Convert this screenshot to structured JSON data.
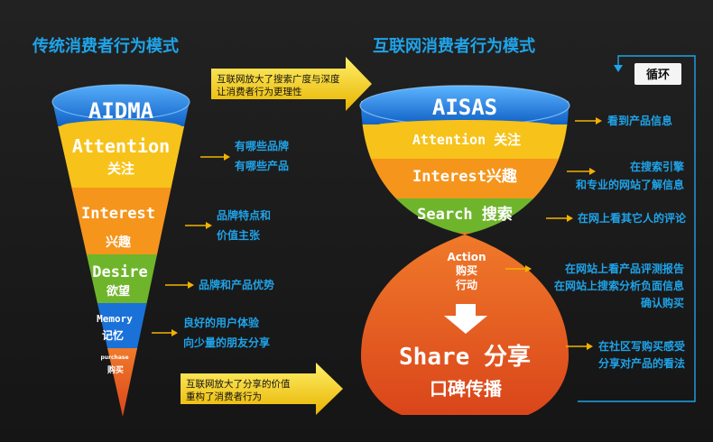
{
  "titles": {
    "left": "传统消费者行为模式",
    "right": "互联网消费者行为模式"
  },
  "arrows": {
    "top": [
      "互联网放大了搜索广度与深度",
      "让消费者行为更理性"
    ],
    "bottom": [
      "互联网放大了分享的价值",
      "重构了消费者行为"
    ]
  },
  "loop_label": "循环",
  "aidma": {
    "title": "AIDMA",
    "stages": [
      {
        "en": "Attention",
        "cn": "关注",
        "notes": [
          "有哪些品牌",
          "有哪些产品"
        ]
      },
      {
        "en": "Interest",
        "cn": "兴趣",
        "notes": [
          "品牌特点和",
          "价值主张"
        ]
      },
      {
        "en": "Desire",
        "cn": "欲望",
        "notes": [
          "品牌和产品优势"
        ]
      },
      {
        "en": "Memory",
        "cn": "记忆",
        "notes": [
          "良好的用户体验",
          "向少量的朋友分享"
        ]
      },
      {
        "en": "purchase",
        "cn": "购买",
        "notes": []
      }
    ]
  },
  "aisas": {
    "title": "AISAS",
    "stages": [
      {
        "label": "Attention 关注",
        "notes": [
          "看到产品信息"
        ]
      },
      {
        "label": "Interest兴趣",
        "notes": [
          "在搜索引擎",
          "和专业的网站了解信息"
        ]
      },
      {
        "label": "Search 搜索",
        "notes": [
          "在网上看其它人的评论"
        ]
      },
      {
        "label": "Action",
        "label2": "购买",
        "label3": "行动",
        "notes": [
          "在网站上看产品评测报告",
          "在网站上搜索分析负面信息",
          "确认购买"
        ]
      },
      {
        "label": "Share 分享",
        "label2": "口碑传播",
        "notes": [
          "在社区写购买感受",
          "分享对产品的看法"
        ]
      }
    ]
  },
  "colors": {
    "title": "#1fa3e8",
    "note": "#1fa3e8",
    "pointer": "#f2b200",
    "arrow": "#f7d10c",
    "blue": "#1a72d8",
    "yellow": "#f7c21a",
    "orange": "#f5951c",
    "green": "#6fb52c",
    "red": "#e85a1c"
  }
}
